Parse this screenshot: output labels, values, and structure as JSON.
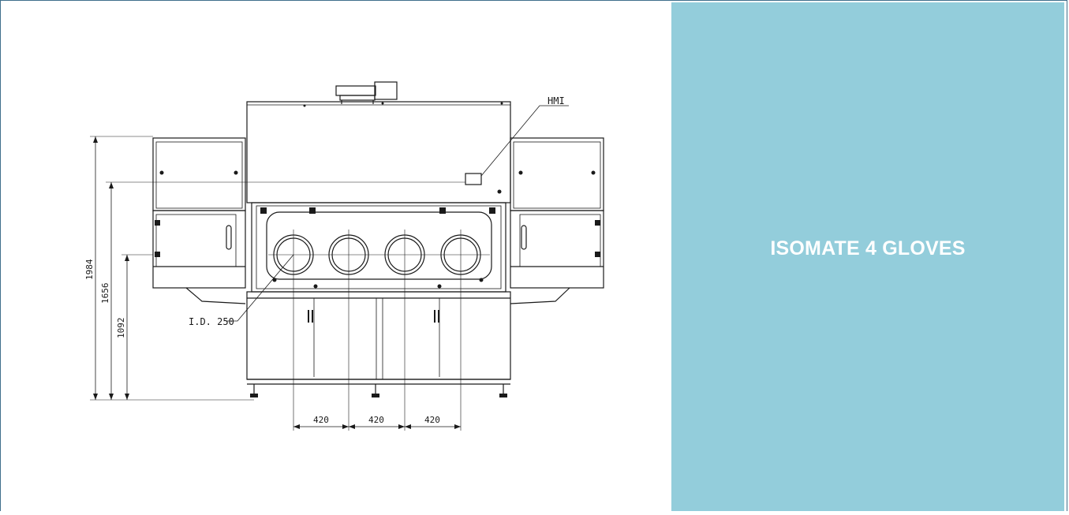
{
  "panel": {
    "title": "ISOMATE 4 GLOVES",
    "background": "#93cddb",
    "text_color": "#ffffff"
  },
  "drawing": {
    "callouts": {
      "hmi": "HMI",
      "glove_port": "I.D. 250"
    },
    "dimensions": {
      "total_height": "1984",
      "hmi_height": "1656",
      "glove_height": "1092",
      "port_spacing": [
        "420",
        "420",
        "420"
      ]
    }
  },
  "colors": {
    "line": "#1a1a1a",
    "frame": "#3f6f8c"
  }
}
